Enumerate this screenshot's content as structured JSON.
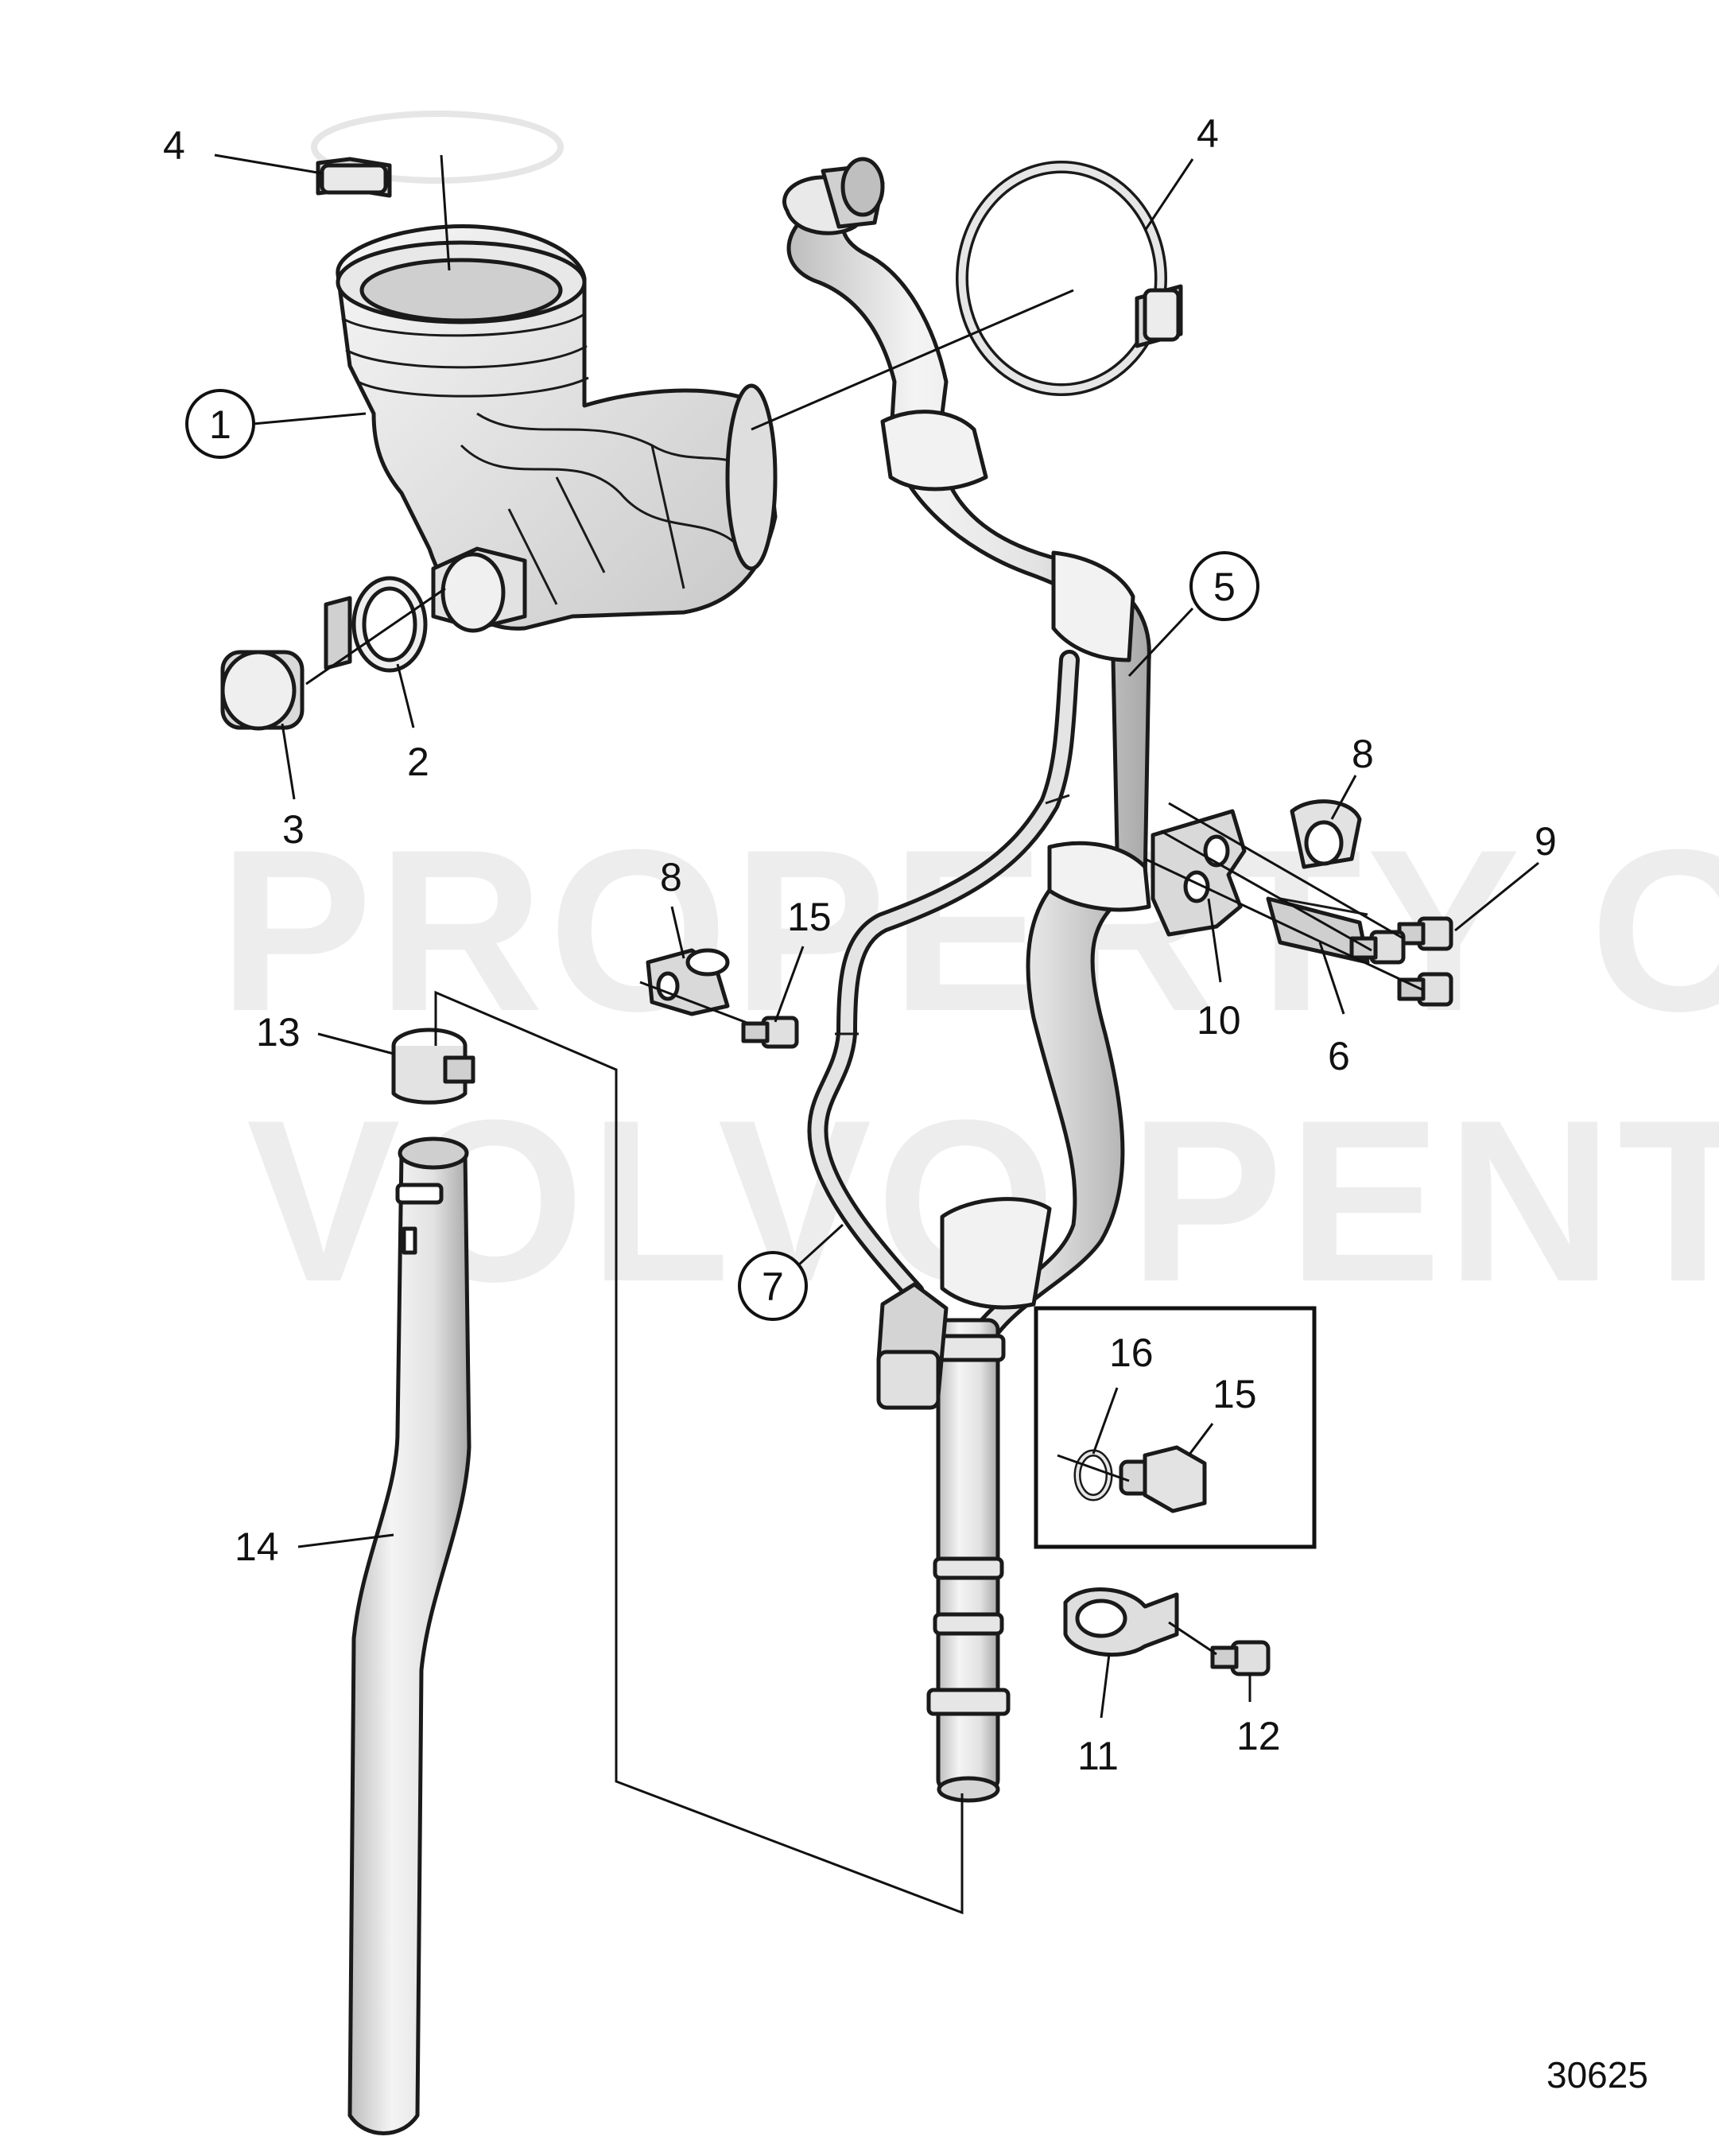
{
  "watermark": {
    "line1": "PROPERTY OF",
    "line2": "VOLVO PENTA"
  },
  "figure_number": "30625",
  "callouts": {
    "c1": "1",
    "c2": "2",
    "c3": "3",
    "c4a": "4",
    "c4b": "4",
    "c5": "5",
    "c6": "6",
    "c7": "7",
    "c8a": "8",
    "c8b": "8",
    "c9": "9",
    "c10": "10",
    "c11": "11",
    "c12": "12",
    "c13": "13",
    "c14": "14",
    "c15a": "15",
    "c15b": "15",
    "c16": "16"
  },
  "colors": {
    "part_fill": "#ececec",
    "part_shade": "#cfcfcf",
    "outline": "#1a1a1a"
  }
}
